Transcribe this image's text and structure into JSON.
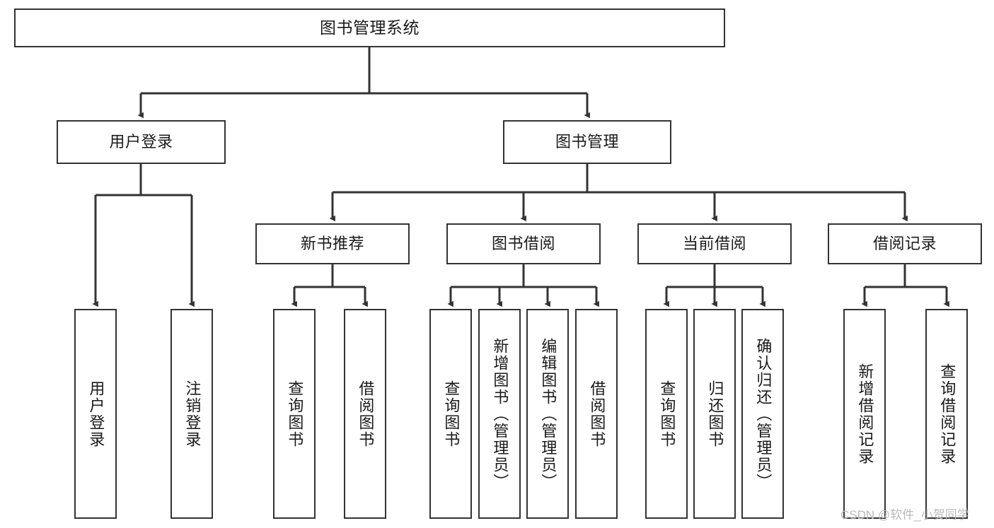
{
  "diagram": {
    "title": "图书管理系统",
    "type": "tree",
    "orientation": "top-down",
    "colors": {
      "box_border": "#333333",
      "box_fill": "#ffffff",
      "edge": "#333333",
      "text": "#1a1a1a",
      "watermark": "#b9b9b9",
      "background": "#ffffff"
    },
    "watermark": "CSDN @软件_小贺同学",
    "nodes": {
      "root": {
        "label": "图书管理系统"
      },
      "level2": [
        {
          "id": "user-login",
          "label": "用户登录"
        },
        {
          "id": "book-manage",
          "label": "图书管理"
        }
      ],
      "level3": [
        {
          "id": "new-book-recommend",
          "label": "新书推荐"
        },
        {
          "id": "book-borrow",
          "label": "图书借阅"
        },
        {
          "id": "current-borrow",
          "label": "当前借阅"
        },
        {
          "id": "borrow-record",
          "label": "借阅记录"
        }
      ],
      "leaves": {
        "user_login": [
          {
            "id": "leaf-user-login",
            "label": "用户登录"
          },
          {
            "id": "leaf-logout-login",
            "label": "注销登录"
          }
        ],
        "new_book_recommend": [
          {
            "id": "leaf-query-book-1",
            "label": "查询图书"
          },
          {
            "id": "leaf-borrow-book-1",
            "label": "借阅图书"
          }
        ],
        "book_borrow": [
          {
            "id": "leaf-query-book-2",
            "label": "查询图书"
          },
          {
            "id": "leaf-add-book",
            "label": "新增图书（管理员）"
          },
          {
            "id": "leaf-edit-book",
            "label": "编辑图书（管理员）"
          },
          {
            "id": "leaf-borrow-book-2",
            "label": "借阅图书"
          }
        ],
        "current_borrow": [
          {
            "id": "leaf-query-book-3",
            "label": "查询图书"
          },
          {
            "id": "leaf-return-book",
            "label": "归还图书"
          },
          {
            "id": "leaf-confirm-return",
            "label": "确认归还（管理员）"
          }
        ],
        "borrow_record": [
          {
            "id": "leaf-add-record",
            "label": "新增借阅记录"
          },
          {
            "id": "leaf-query-record",
            "label": "查询借阅记录"
          }
        ]
      }
    }
  }
}
